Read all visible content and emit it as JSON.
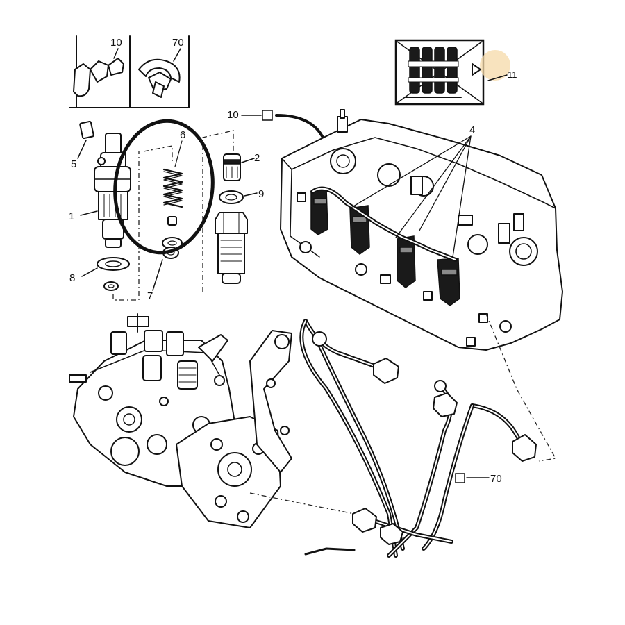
{
  "callouts": {
    "c10_top": "10",
    "c70_top": "70",
    "c11": "11",
    "c10_line": "10",
    "c6": "6",
    "c2": "2",
    "c9": "9",
    "c5": "5",
    "c1": "1",
    "c8": "8",
    "c7": "7",
    "c4": "4",
    "c70_bottom": "70"
  },
  "colors": {
    "ink": "#111111",
    "highlight_circle": "#111111",
    "marker_dot": "#f5d9a8"
  }
}
